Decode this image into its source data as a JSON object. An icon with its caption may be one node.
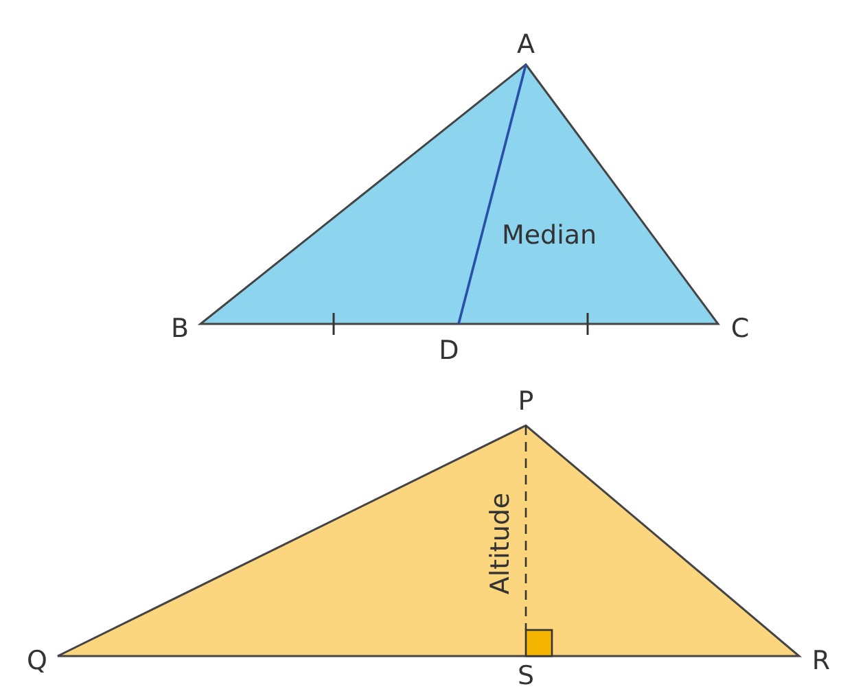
{
  "diagram": {
    "labels": [
      "A",
      "B",
      "D",
      "C",
      "Median",
      "P",
      "Altitude",
      "Q",
      "S",
      "R"
    ]
  }
}
